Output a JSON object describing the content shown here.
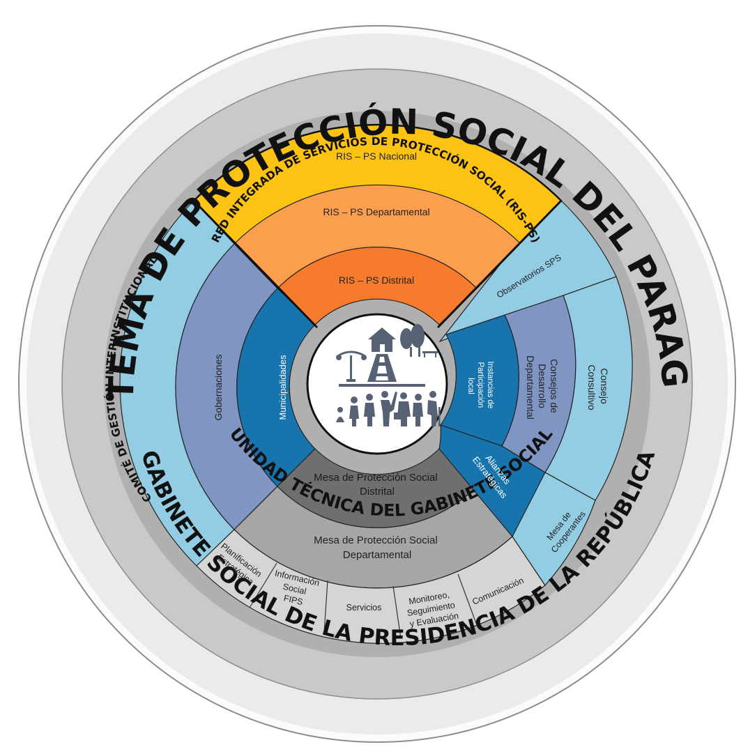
{
  "colors": {
    "outer_ring": "#e8e8e8",
    "mid_ring": "#b4b4b4",
    "ris_nacional": "#fcc314",
    "ris_departamental": "#fb9f4e",
    "ris_distrital": "#f77b2c",
    "comite": "#93cde3",
    "gobernaciones": "#7f95c3",
    "municipalidades": "#1874ad",
    "mesa_distrital": "#6f6f6f",
    "mesa_departamental": "#a6a6a6",
    "work_areas": "#d5d5d5"
  },
  "rings": {
    "outer_text": "SISTEMA DE PROTECCIÓN SOCIAL DEL PARAGUAY",
    "outer_bottom_text": "GABINETE SOCIAL DE LA PRESIDENCIA DE LA REPÚBLICA",
    "middle_bottom_text": "UNIDAD TÉCNICA DEL GABINETE SOCIAL"
  },
  "ris": {
    "header": "RED INTEGRADA DE SERVICIOS DE PROTECCIÓN SOCIAL (RIS-PS)",
    "nacional": "RIS – PS Nacional",
    "departamental": "RIS – PS Departamental",
    "distrital": "RIS – PS Distrital"
  },
  "left": {
    "comite": "COMITÉ DE GESTIÓN INTERINSTITUCIONAL",
    "gobernaciones": "Gobernaciones",
    "municipalidades": "Municipalidades"
  },
  "right": {
    "observatorios": "Observatorios SPS",
    "consejo_consultivo": [
      "Consejo",
      "Consultivo"
    ],
    "consejos_desarrollo": [
      "Consejos de",
      "Desarrollo",
      "Departamental"
    ],
    "instancias": [
      "Instancias de",
      "Participación",
      "local"
    ],
    "alianzas": [
      "Alianzas",
      "Estratégicas"
    ],
    "mesa_cooperantes": [
      "Mesa de",
      "Cooperantes"
    ]
  },
  "bottom": {
    "mesa_distrital": [
      "Mesa de Protección Social",
      "Distrital"
    ],
    "mesa_departamental": [
      "Mesa de Protección Social",
      "Departamental"
    ],
    "areas": {
      "planificacion": [
        "Planificación",
        "Estratégica"
      ],
      "informacion": [
        "Información",
        "Social",
        "FIPS"
      ],
      "servicios": [
        "Servicios"
      ],
      "monitoreo": [
        "Monitoreo,",
        "Seguimiento",
        "y Evaluación"
      ],
      "comunicacion": [
        "Comunicación"
      ]
    }
  },
  "center": {
    "icon": "community-people-icon"
  }
}
